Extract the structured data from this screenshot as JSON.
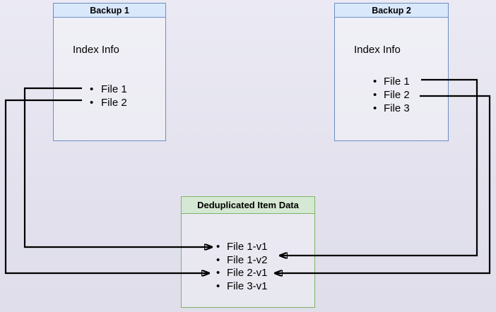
{
  "diagram": {
    "backup1": {
      "title": "Backup 1",
      "section_label": "Index Info",
      "files": [
        "File 1",
        "File 2"
      ]
    },
    "backup2": {
      "title": "Backup 2",
      "section_label": "Index Info",
      "files": [
        "File 1",
        "File 2",
        "File 3"
      ]
    },
    "dedup": {
      "title": "Deduplicated Item Data",
      "items": [
        "File 1-v1",
        "File 1-v2",
        "File 2-v1",
        "File 3-v1"
      ]
    },
    "connections": [
      {
        "from": "Backup 1 / File 1",
        "to": "File 1-v1"
      },
      {
        "from": "Backup 1 / File 2",
        "to": "File 2-v1"
      },
      {
        "from": "Backup 2 / File 1",
        "to": "File 1-v2"
      },
      {
        "from": "Backup 2 / File 2",
        "to": "File 2-v1"
      }
    ],
    "bullet_char": "•",
    "colors": {
      "backup_header_fill": "#dae8fc",
      "backup_border": "#6c8ebf",
      "dedup_header_fill": "#d5e8d4",
      "dedup_border": "#82b366",
      "arrow": "#000000"
    }
  }
}
